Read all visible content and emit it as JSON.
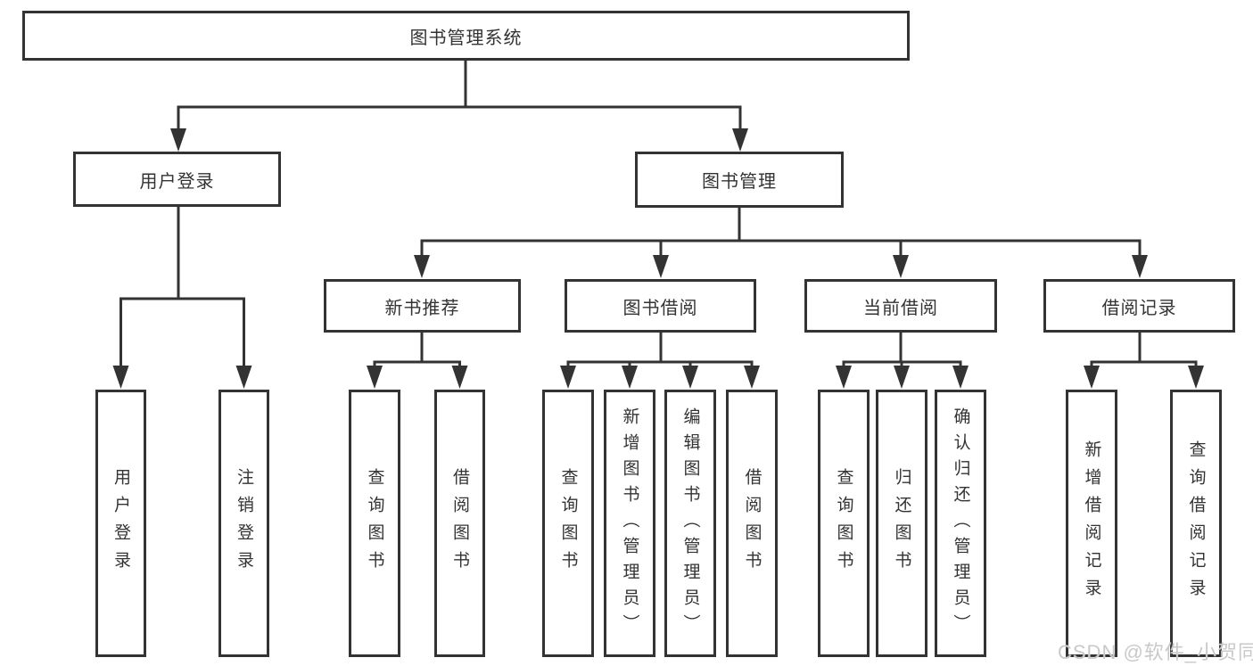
{
  "tree": {
    "root": "图书管理系统",
    "level2": [
      {
        "label": "用户登录",
        "leaves": [
          "用户登录",
          "注销登录"
        ]
      },
      {
        "label": "图书管理",
        "level3": [
          {
            "label": "新书推荐",
            "leaves": [
              "查询图书",
              "借阅图书"
            ]
          },
          {
            "label": "图书借阅",
            "leaves": [
              "查询图书",
              "新增图书（管理员）",
              "编辑图书（管理员）",
              "借阅图书"
            ]
          },
          {
            "label": "当前借阅",
            "leaves": [
              "查询图书",
              "归还图书",
              "确认归还（管理员）"
            ]
          },
          {
            "label": "借阅记录",
            "leaves": [
              "新增借阅记录",
              "查询借阅记录"
            ]
          }
        ]
      }
    ]
  },
  "watermark": "CSDN @软件_小贺同学",
  "colors": {
    "line": "#333333",
    "text": "#333333",
    "watermark": "#c9c9c9",
    "background": "#ffffff"
  }
}
